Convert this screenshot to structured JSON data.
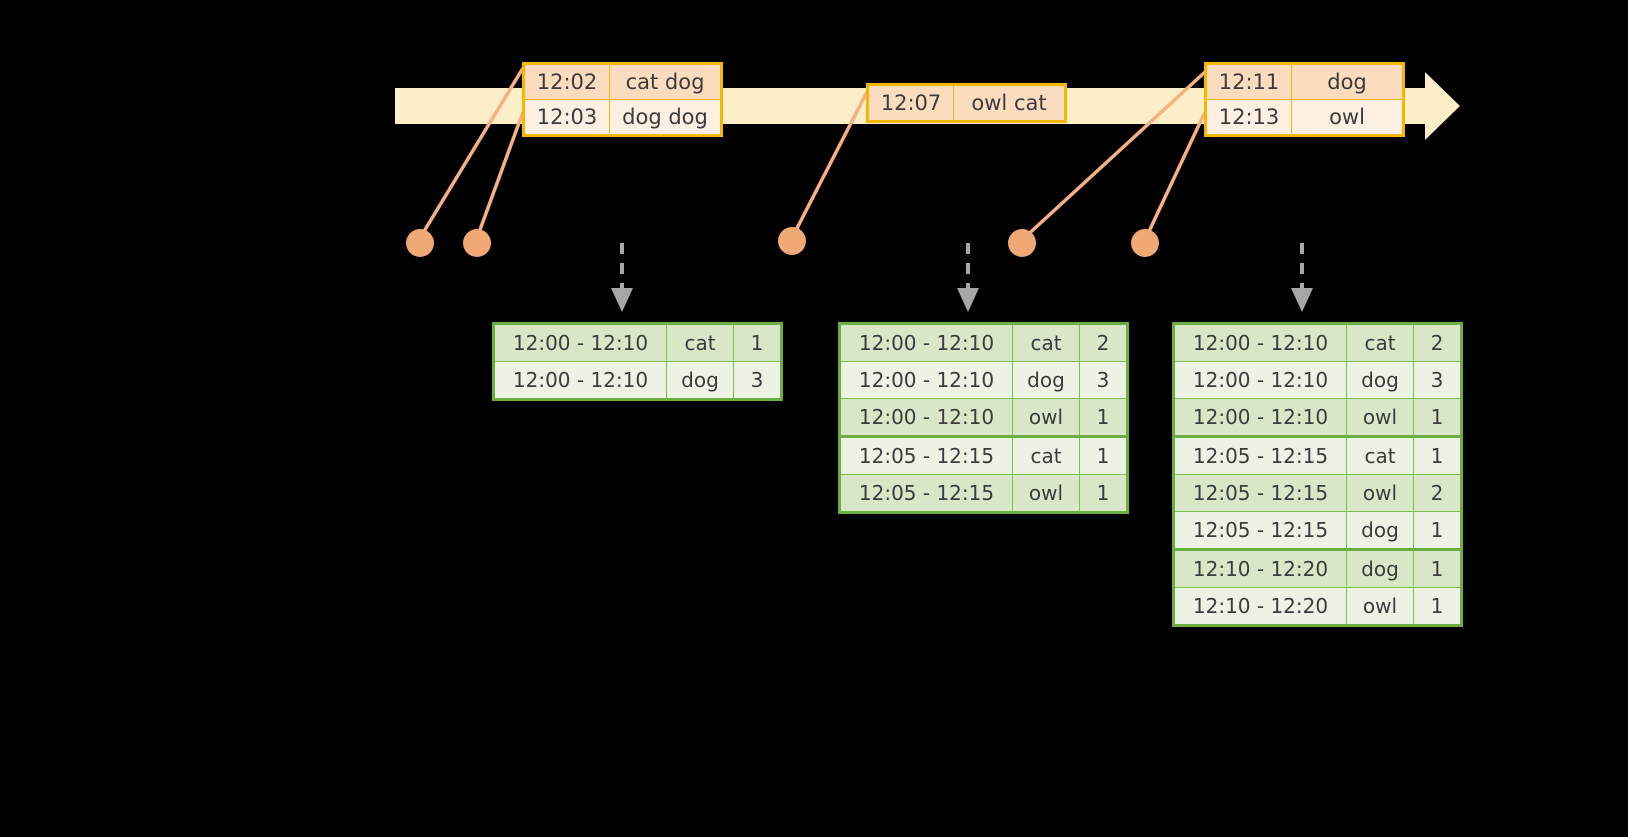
{
  "colors": {
    "background": "#000000",
    "timeline_bar": "#FCEFC7",
    "event_border": "#F5B800",
    "event_fill_top": "#FBDCBE",
    "event_fill_bottom": "#FDF0E2",
    "connector": "#F5B183",
    "dot": "#F0A875",
    "table_border": "#6AAF3F",
    "table_shade": "#D9E7C8",
    "table_light": "#ECF2E4",
    "arrow_gray": "#A6A6A6",
    "text": "#3C3C3C"
  },
  "timeline": {
    "name": "event-timeline",
    "events": [
      {
        "group": "group-1",
        "rows": [
          {
            "time": "12:02",
            "words": "cat dog"
          },
          {
            "time": "12:03",
            "words": "dog dog"
          }
        ]
      },
      {
        "group": "group-2",
        "rows": [
          {
            "time": "12:07",
            "words": "owl cat"
          }
        ]
      },
      {
        "group": "group-3",
        "rows": [
          {
            "time": "12:11",
            "words": "dog"
          },
          {
            "time": "12:13",
            "words": "owl"
          }
        ]
      }
    ]
  },
  "dots": [
    {
      "name": "event-dot-1"
    },
    {
      "name": "event-dot-2"
    },
    {
      "name": "event-dot-3"
    },
    {
      "name": "event-dot-4"
    },
    {
      "name": "event-dot-5"
    }
  ],
  "results": [
    {
      "name": "result-table-1",
      "rows": [
        {
          "window": "12:00 - 12:10",
          "word": "cat",
          "count": "1",
          "shade": "shade",
          "group_end": false
        },
        {
          "window": "12:00 - 12:10",
          "word": "dog",
          "count": "3",
          "shade": "light",
          "group_end": true
        }
      ]
    },
    {
      "name": "result-table-2",
      "rows": [
        {
          "window": "12:00 - 12:10",
          "word": "cat",
          "count": "2",
          "shade": "shade",
          "group_end": false
        },
        {
          "window": "12:00 - 12:10",
          "word": "dog",
          "count": "3",
          "shade": "light",
          "group_end": false
        },
        {
          "window": "12:00 - 12:10",
          "word": "owl",
          "count": "1",
          "shade": "shade",
          "group_end": true
        },
        {
          "window": "12:05 - 12:15",
          "word": "cat",
          "count": "1",
          "shade": "light",
          "group_end": false
        },
        {
          "window": "12:05 - 12:15",
          "word": "owl",
          "count": "1",
          "shade": "shade",
          "group_end": true
        }
      ]
    },
    {
      "name": "result-table-3",
      "rows": [
        {
          "window": "12:00 - 12:10",
          "word": "cat",
          "count": "2",
          "shade": "shade",
          "group_end": false
        },
        {
          "window": "12:00 - 12:10",
          "word": "dog",
          "count": "3",
          "shade": "light",
          "group_end": false
        },
        {
          "window": "12:00 - 12:10",
          "word": "owl",
          "count": "1",
          "shade": "shade",
          "group_end": true
        },
        {
          "window": "12:05 - 12:15",
          "word": "cat",
          "count": "1",
          "shade": "light",
          "group_end": false
        },
        {
          "window": "12:05 - 12:15",
          "word": "owl",
          "count": "2",
          "shade": "shade",
          "group_end": false
        },
        {
          "window": "12:05 - 12:15",
          "word": "dog",
          "count": "1",
          "shade": "light",
          "group_end": true
        },
        {
          "window": "12:10 - 12:20",
          "word": "dog",
          "count": "1",
          "shade": "shade",
          "group_end": false
        },
        {
          "window": "12:10 - 12:20",
          "word": "owl",
          "count": "1",
          "shade": "light",
          "group_end": true
        }
      ]
    }
  ]
}
